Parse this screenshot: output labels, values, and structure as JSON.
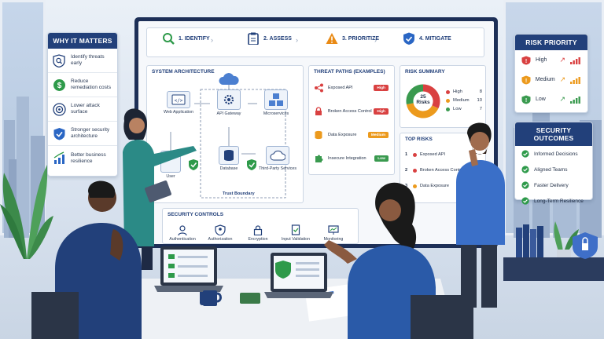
{
  "why": {
    "title": "WHY IT MATTERS",
    "items": [
      {
        "icon": "shield-search-icon",
        "text": "Identify threats early"
      },
      {
        "icon": "dollar-coin-icon",
        "text": "Reduce remediation costs"
      },
      {
        "icon": "target-icon",
        "text": "Lower attack surface"
      },
      {
        "icon": "shield-check-icon",
        "text": "Stronger security architecture"
      },
      {
        "icon": "growth-chart-icon",
        "text": "Better business resilience"
      }
    ]
  },
  "steps": [
    {
      "label": "1. IDENTIFY",
      "icon": "magnifier-icon",
      "color": "#2e9a4a"
    },
    {
      "label": "2. ASSESS",
      "icon": "clipboard-icon",
      "color": "#22407a"
    },
    {
      "label": "3. PRIORITIZE",
      "icon": "warning-icon",
      "color": "#e98a15"
    },
    {
      "label": "4. MITIGATE",
      "icon": "shield-check-icon",
      "color": "#2a66c4"
    }
  ],
  "architecture": {
    "title": "SYSTEM ARCHITECTURE",
    "nodes": {
      "web": "Web Application",
      "api": "API Gateway",
      "micro": "Microservices",
      "user": "User",
      "db": "Database",
      "third": "Third-Party Services"
    },
    "boundary": "Trust Boundary"
  },
  "threats": {
    "title": "THREAT PATHS (EXAMPLES)",
    "items": [
      {
        "label": "Exposed API",
        "level": "High",
        "color": "#d94141",
        "icon": "share-nodes-icon"
      },
      {
        "label": "Broken Access Control",
        "level": "High",
        "color": "#d94141",
        "icon": "lock-icon"
      },
      {
        "label": "Data Exposure",
        "level": "Medium",
        "color": "#ec9a1d",
        "icon": "database-icon"
      },
      {
        "label": "Insecure Integration",
        "level": "Low",
        "color": "#3a9a4f",
        "icon": "puzzle-icon"
      }
    ]
  },
  "summary": {
    "title": "RISK SUMMARY",
    "total": "25",
    "total_label": "Risks",
    "legend": [
      {
        "label": "High",
        "value": 8,
        "color": "#d94141"
      },
      {
        "label": "Medium",
        "value": 10,
        "color": "#ec9a1d"
      },
      {
        "label": "Low",
        "value": 7,
        "color": "#3a9a4f"
      }
    ]
  },
  "top_risks": {
    "title": "TOP RISKS",
    "items": [
      {
        "rank": "1",
        "label": "Exposed API",
        "color": "#d94141"
      },
      {
        "rank": "2",
        "label": "Broken Access Control",
        "color": "#d94141"
      },
      {
        "rank": "3",
        "label": "Data Exposure",
        "color": "#ec9a1d"
      }
    ]
  },
  "controls": {
    "title": "SECURITY CONTROLS",
    "items": [
      {
        "label": "Authentication",
        "icon": "user-shield-icon"
      },
      {
        "label": "Authorization",
        "icon": "person-shield-icon"
      },
      {
        "label": "Encryption",
        "icon": "padlock-icon"
      },
      {
        "label": "Input Validation",
        "icon": "check-document-icon"
      },
      {
        "label": "Monitoring",
        "icon": "monitor-icon"
      }
    ]
  },
  "priority": {
    "title": "RISK PRIORITY",
    "rows": [
      {
        "label": "High",
        "color": "#d94141",
        "direction": "up"
      },
      {
        "label": "Medium",
        "color": "#ec9a1d",
        "direction": "up"
      },
      {
        "label": "Low",
        "color": "#3a9a4f",
        "direction": "up"
      }
    ]
  },
  "outcomes": {
    "title": "SECURITY OUTCOMES",
    "items": [
      "Informed Decisions",
      "Aligned Teams",
      "Faster Delivery",
      "Long-Term Resilience"
    ],
    "check_color": "#2e9a4a"
  }
}
